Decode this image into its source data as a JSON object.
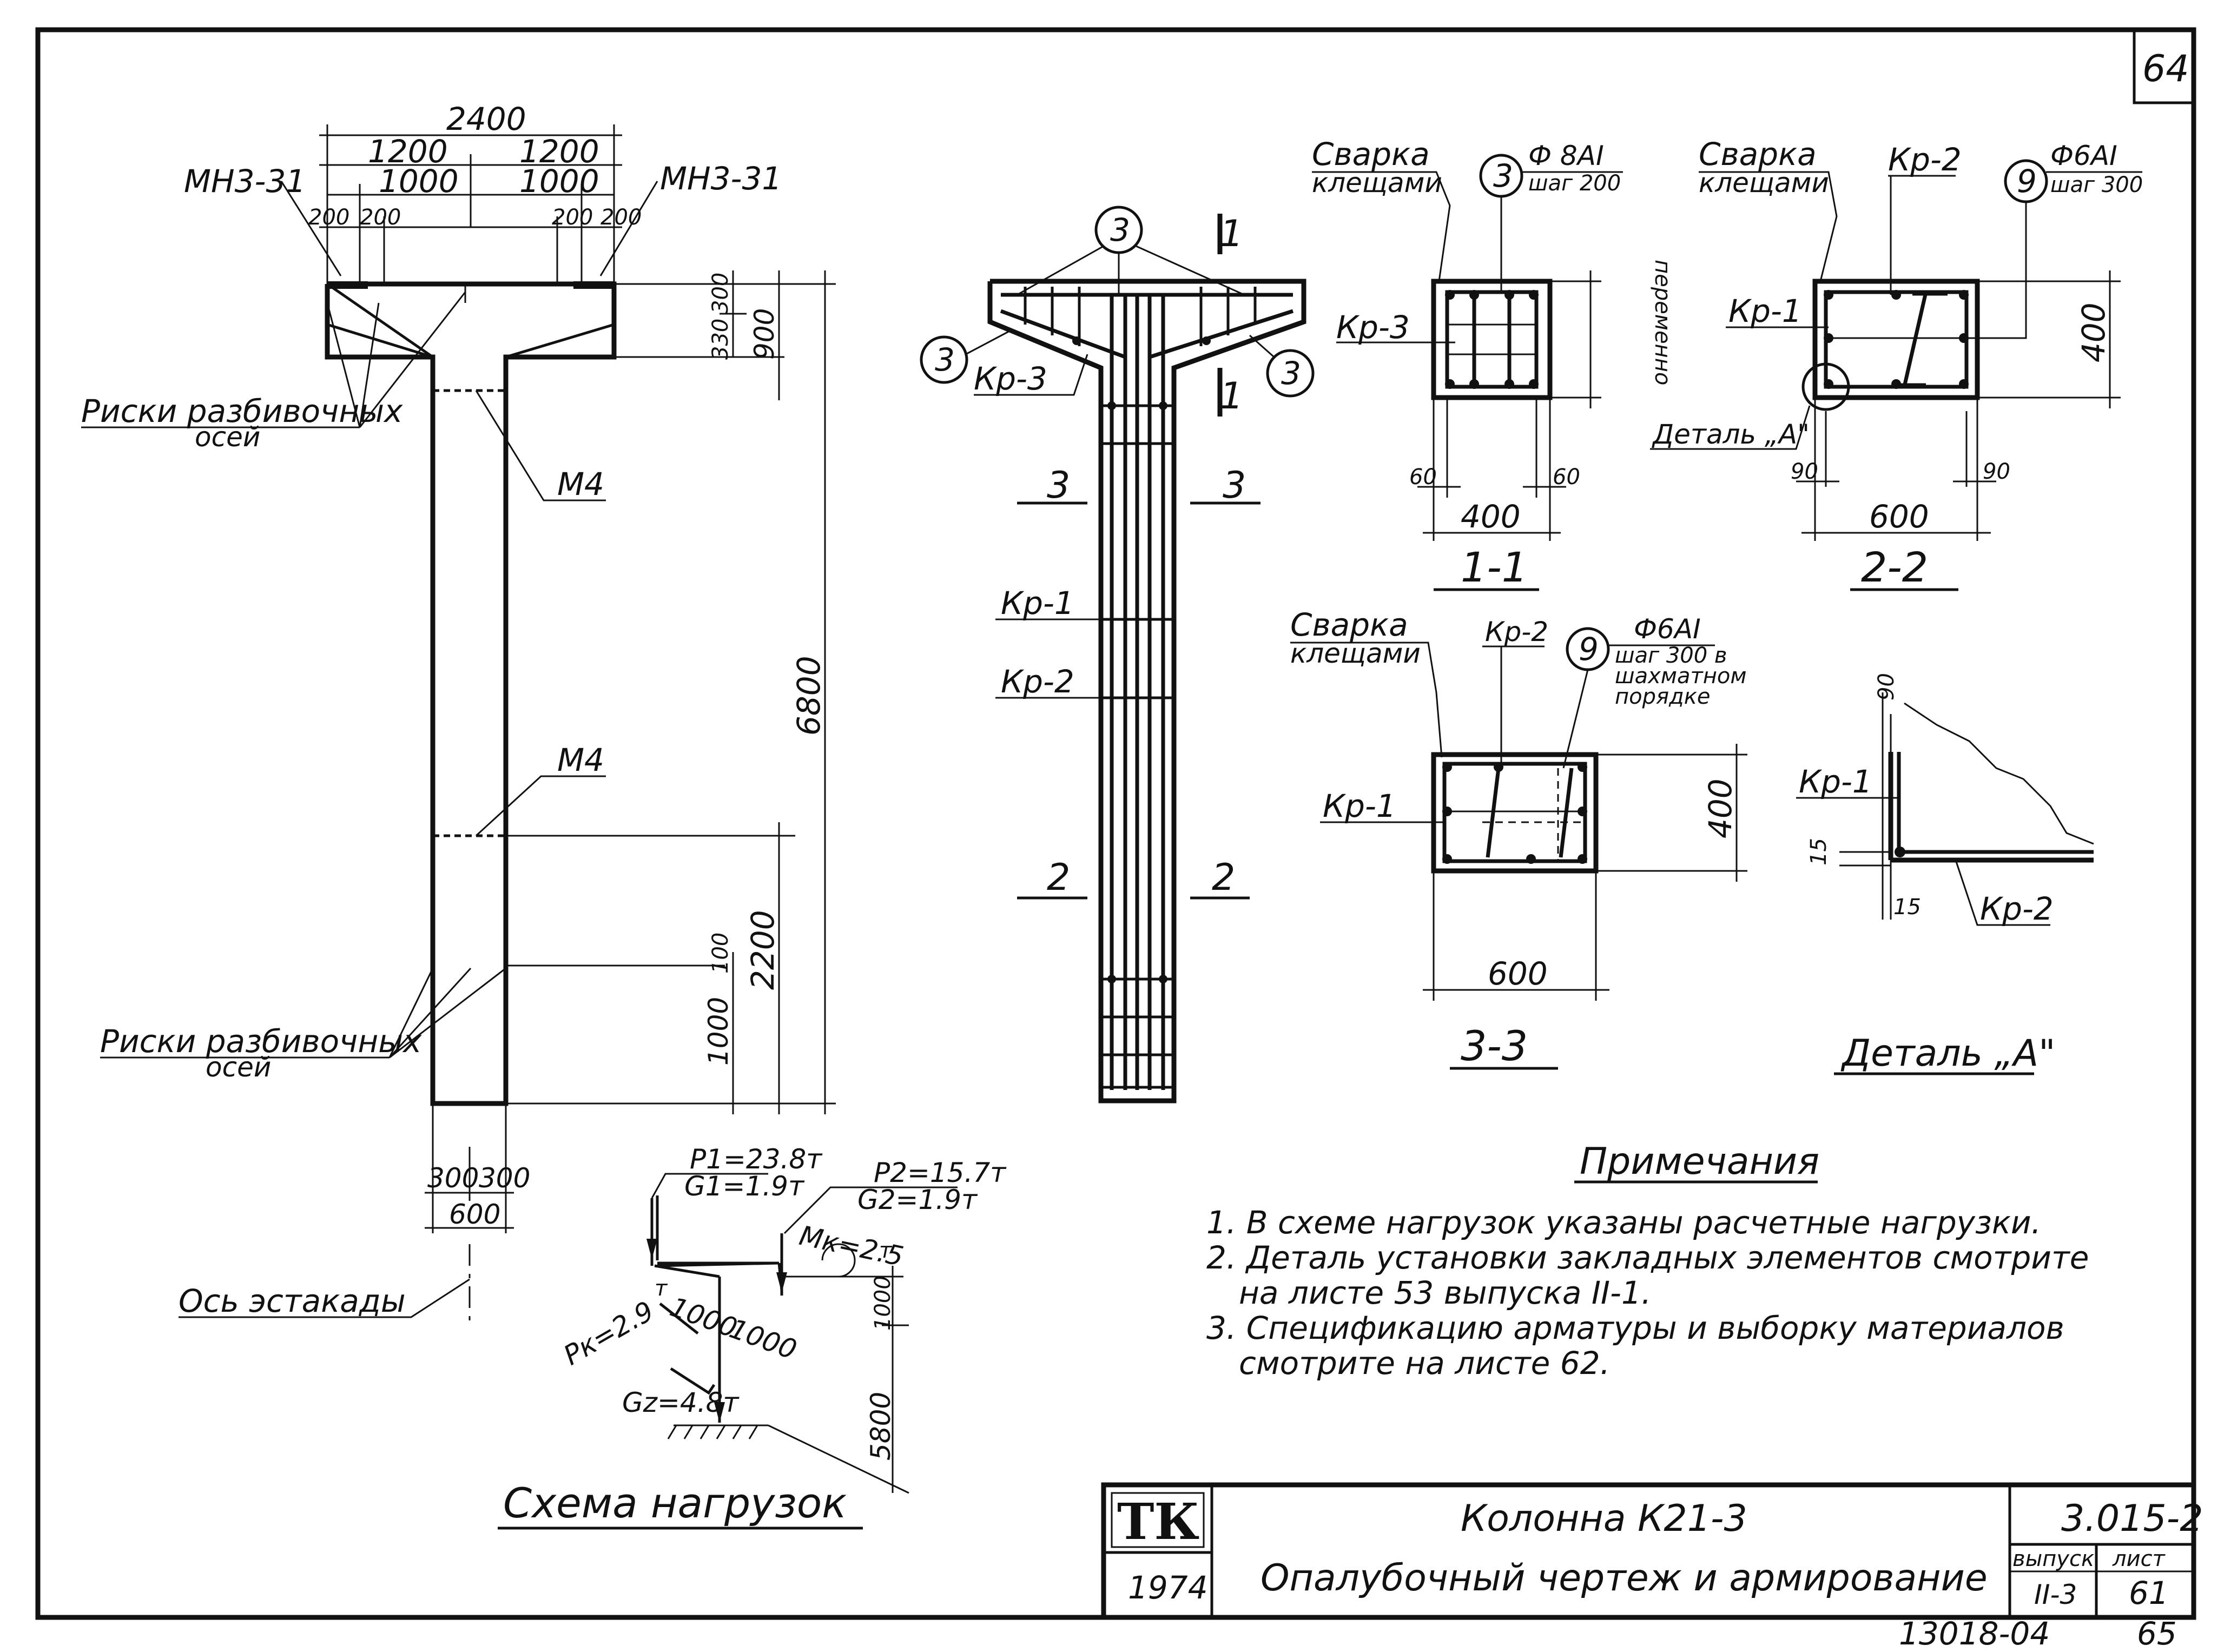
{
  "sheet": {
    "corner_number": "64",
    "bottom_number": "13018-04",
    "bottom_page": "65"
  },
  "elevation": {
    "dim_total": "2400",
    "dim_half_left": "1200",
    "dim_half_right": "1200",
    "dim_inner_left": "1000",
    "dim_inner_right": "1000",
    "dim_small_a": "200",
    "dim_small_b": "200",
    "dim_small_c": "200",
    "dim_small_d": "200",
    "part_left": "МН3-31",
    "part_right": "МН3-31",
    "dim_300": "300",
    "dim_330": "330",
    "dim_900": "900",
    "dim_6800": "6800",
    "dim_2200": "2200",
    "dim_100": "100",
    "dim_1000": "1000",
    "dim_bottom_left": "300",
    "dim_bottom_right": "300",
    "dim_bottom_total": "600",
    "marks_top": [
      "Риски разбивочных",
      "осей"
    ],
    "marks_bottom": [
      "Риски разбивочных",
      "осей"
    ],
    "m4_top": "М4",
    "m4_mid": "М4",
    "axis_label": "Ось эстакады"
  },
  "reinforcement": {
    "bubble_top": "3",
    "bubble_left": "3",
    "bubble_right": "3",
    "kr3": "Кр-3",
    "section_top": "1",
    "section_bot": "1",
    "sec3_left": "3",
    "sec3_right": "3",
    "kr1": "Кр-1",
    "kr2": "Кр-2",
    "sec2_left": "2",
    "sec2_right": "2"
  },
  "sections": {
    "s11": {
      "weld_1": "Сварка",
      "weld_2": "клещами",
      "bubble": "3",
      "bar": "Ф 8АI",
      "step": "шаг 200",
      "kr": "Кр-3",
      "variable": "переменно",
      "dim_60a": "60",
      "dim_60b": "60",
      "width": "400",
      "title": "1-1"
    },
    "s22": {
      "weld_1": "Сварка",
      "weld_2": "клещами",
      "kr2": "Кр-2",
      "bubble": "9",
      "bar": "Ф6АI",
      "step": "шаг 300",
      "kr1": "Кр-1",
      "height": "400",
      "detail": "Деталь „А\"",
      "dim_90a": "90",
      "dim_90b": "90",
      "width": "600",
      "title": "2-2"
    },
    "s33": {
      "weld_1": "Сварка",
      "weld_2": "клещами",
      "kr2": "Кр-2",
      "bubble": "9",
      "bar": "Ф6АI",
      "step_1": "шаг 300 в",
      "step_2": "шахматном",
      "step_3": "порядке",
      "kr1": "Кр-1",
      "height": "400",
      "width": "600",
      "title": "3-3"
    },
    "detail": {
      "dim_90": "90",
      "kr1": "Кр-1",
      "dim_15a": "15",
      "dim_15b": "15",
      "kr2": "Кр-2",
      "title": "Деталь „А\""
    }
  },
  "loads": {
    "p1": "P1=23.8т",
    "g1": "G1=1.9т",
    "p2": "P2=15.7т",
    "g2": "G2=1.9т",
    "mk": "Мк=2.5",
    "mk_unit": "т",
    "pk": "Pк=2.9",
    "pk_unit": "т",
    "gz": "Gz=4.8т",
    "dim_1000a": "1000",
    "dim_1000b": "1000",
    "dim_1000c": "1000",
    "dim_5800": "5800",
    "title": "Схема нагрузок"
  },
  "notes": {
    "heading": "Примечания",
    "lines": [
      "1. В схеме нагрузок указаны расчетные нагрузки.",
      "2. Деталь установки закладных элементов смотрите",
      "на листе 53 выпуска II-1.",
      "3. Спецификацию арматуры и выборку материалов",
      "смотрите на листе 62."
    ]
  },
  "title_block": {
    "logo": "ТК",
    "year": "1974",
    "title_1": "Колонна К21-3",
    "title_2": "Опалубочный чертеж и армирование",
    "code": "3.015-2",
    "issue_label": "выпуск",
    "issue_value": "II-3",
    "sheet_label": "лист",
    "sheet_value": "61"
  }
}
